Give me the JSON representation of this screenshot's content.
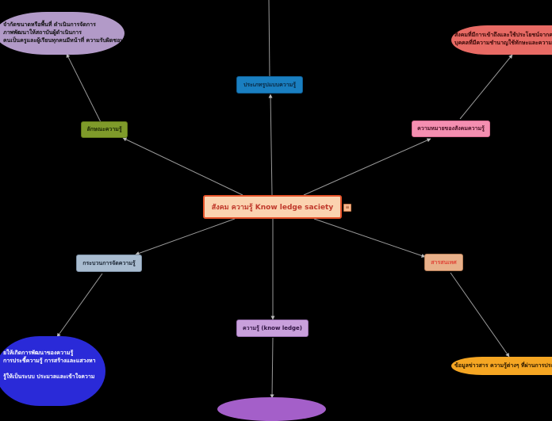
{
  "center": {
    "label": "สังคม ความรู้ Know ledge saciety",
    "note_icon": "note-icon"
  },
  "nodes": {
    "types": {
      "label": "ประเภทรูปแบบความรู้"
    },
    "characteristics": {
      "label": "ลักษณะความรู้"
    },
    "meaning": {
      "label": "ความหมายของสังคมความรู้"
    },
    "management": {
      "label": "กระบวนการจัดความรู้"
    },
    "knowledge": {
      "label": "ความรู้ (know ledge)"
    },
    "information": {
      "label": "สารสนเทศ"
    }
  },
  "callouts": {
    "characteristics": {
      "lines": [
        "จำกัดขนาดหรือพื้นที่ ดำเนินการจัดการ",
        "ภาพพัฒนาให้สถาบันผู้ดำเนินการ",
        "คนเป็นครูและผู้เรียนทุกคนมีหน้าที่ ความรับผิดชอบ"
      ]
    },
    "meaning": {
      "lines": [
        "สังคมที่มีการเข้าถึงและใช้ประโยชน์จากความรู้",
        "บุคคลที่มีความชำนาญใช้ทักษะและความรู้"
      ]
    },
    "management": {
      "lines": [
        "ยให้เกิดการพัฒนาของความรู้",
        "การประชี้ความรู้ การสร้างและแสวงหา",
        "",
        "รู้ให้เป็นระบบ ประมวลและเข้าใจความ"
      ]
    },
    "information": {
      "lines": [
        "ข้อมูลข่าวสาร ความรู้ต่างๆ ที่ผ่านการประมวล"
      ]
    },
    "knowledge": {
      "lines": []
    }
  },
  "colors": {
    "edge": "#9a9a9a",
    "types": "#1a7fc1",
    "characteristics": "#7f9b2a",
    "meaning": "#f48fb1",
    "management": "#a9bcd0",
    "knowledge": "#c9a0dc",
    "information": "#e8b08a"
  }
}
